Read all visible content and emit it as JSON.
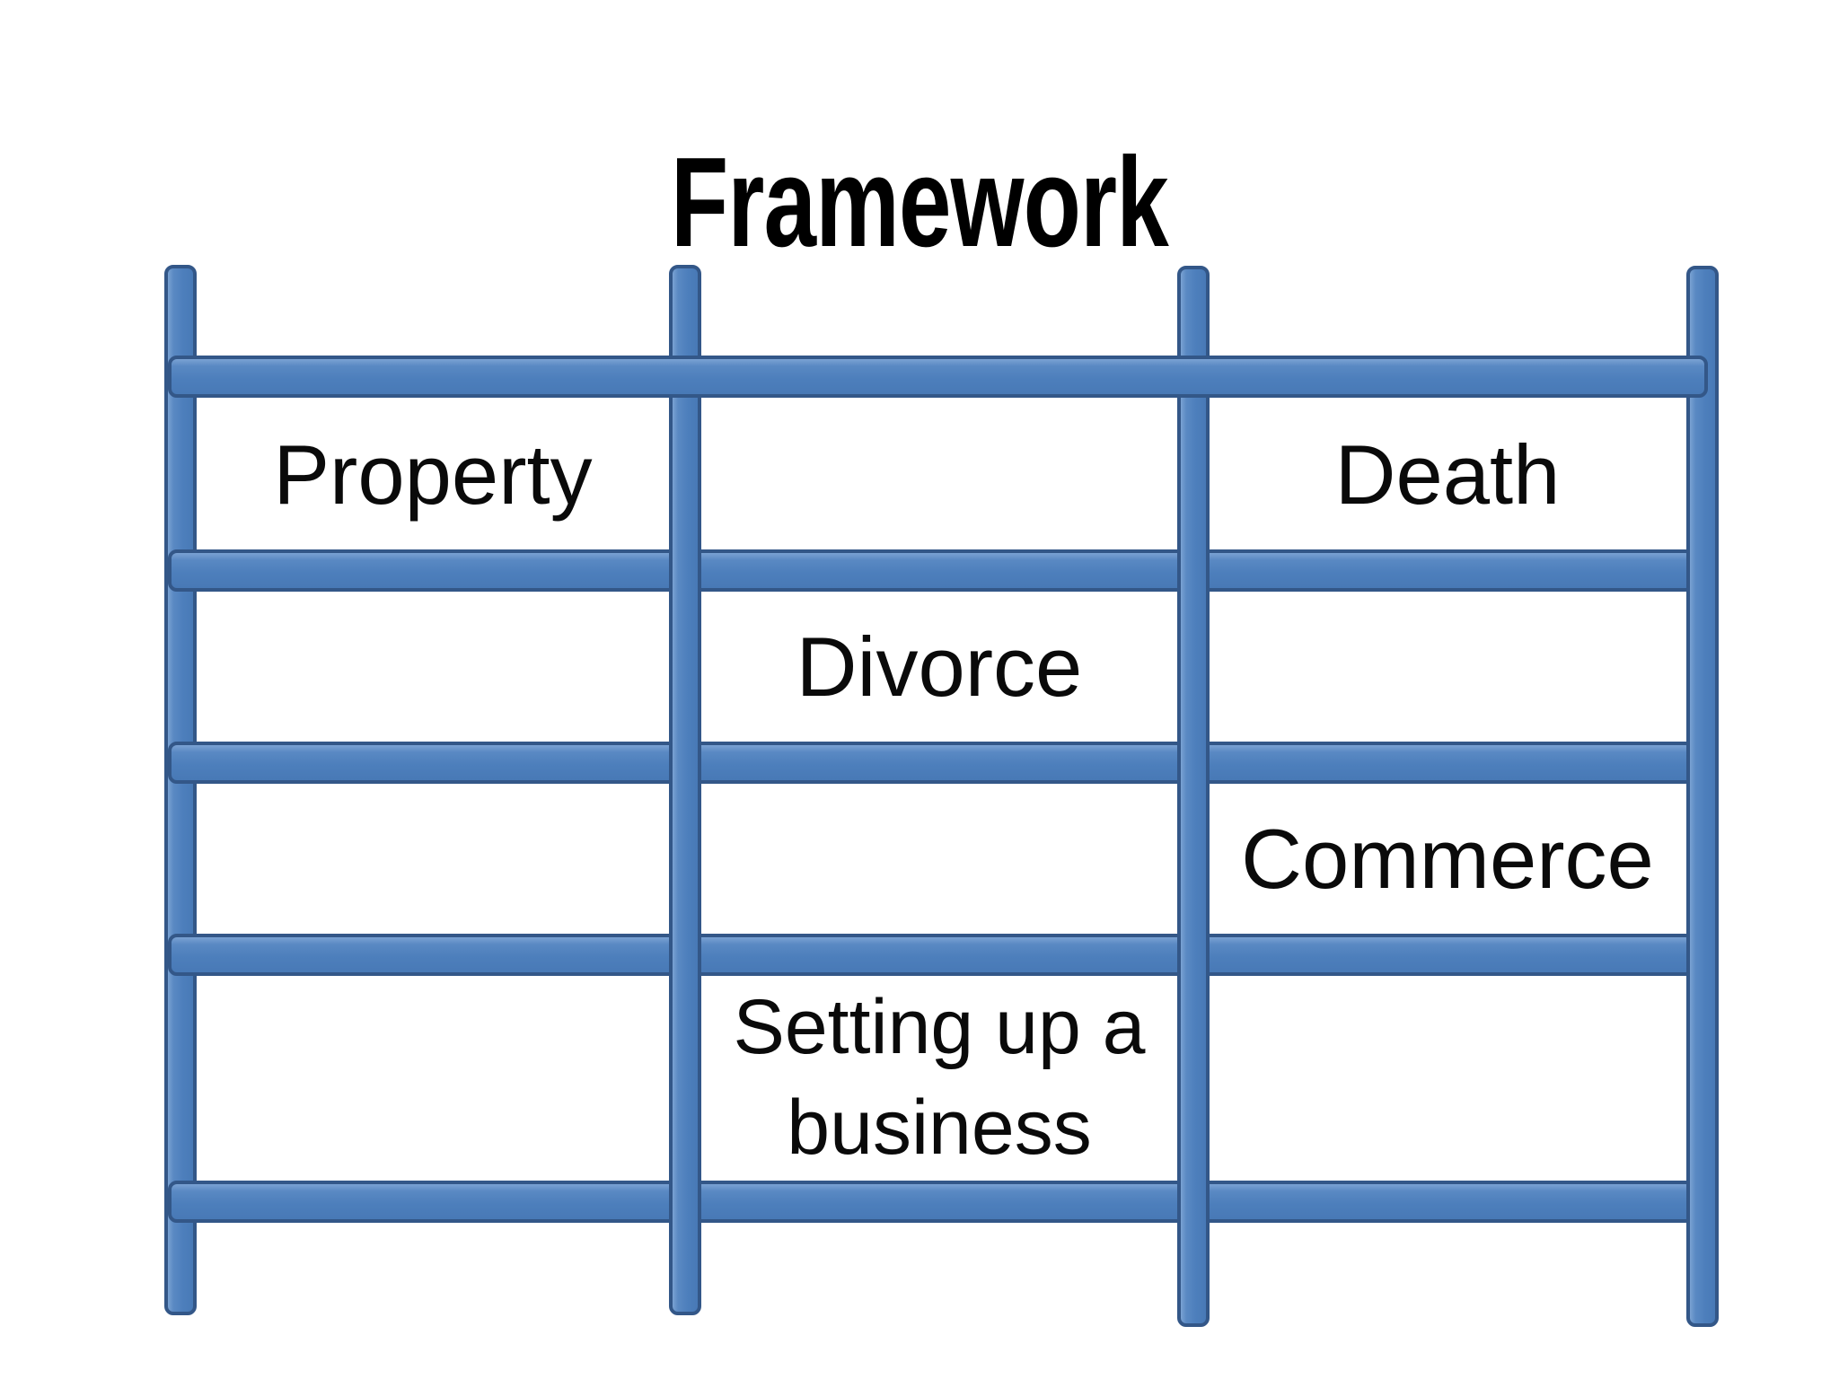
{
  "title": "Framework",
  "scaffold": {
    "columns": 3,
    "rows": 4,
    "cells": [
      [
        "Property",
        "",
        "Death"
      ],
      [
        "",
        "Divorce",
        ""
      ],
      [
        "",
        "",
        "Commerce"
      ],
      [
        "",
        "Setting up a business",
        ""
      ]
    ]
  },
  "colors": {
    "rail_fill": "#4d7fbc",
    "rail_highlight": "#7aa2d3",
    "rail_border": "#335788",
    "title_text": "#000000",
    "label_text": "#0a0a0a",
    "background": "#ffffff"
  }
}
